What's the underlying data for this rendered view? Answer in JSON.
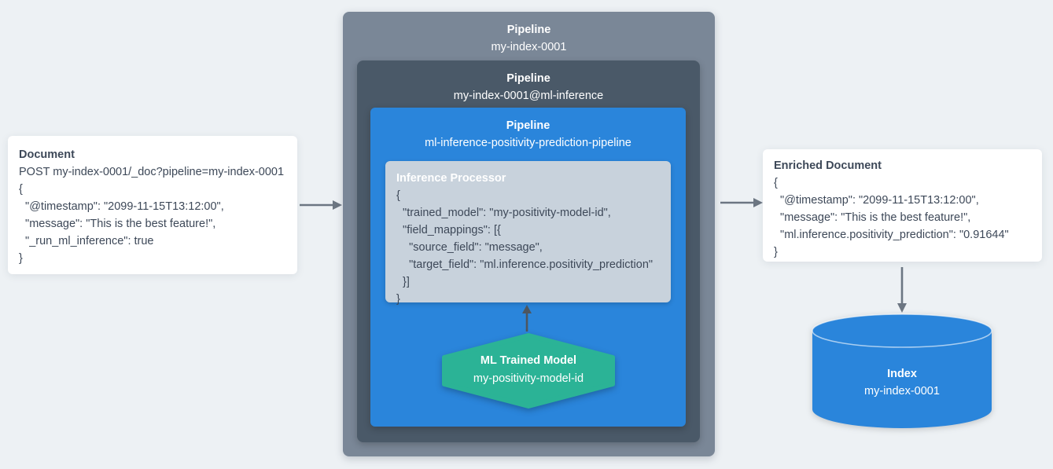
{
  "colors": {
    "background": "#EDF1F4",
    "outer_pipeline_gray": "#7A8797",
    "ml_pipeline_slate": "#4A5968",
    "pipeline_blue": "#2A85DB",
    "processor_panel": "#C8D2DC",
    "model_teal": "#2BB396",
    "index_blue": "#2A85DB",
    "arrow_gray": "#6C7682",
    "arrow_dark": "#4D565F",
    "text_dark": "#3D4858",
    "text_light": "#FFFFFF"
  },
  "document_box": {
    "title": "Document",
    "code": "POST my-index-0001/_doc?pipeline=my-index-0001\n{\n  \"@timestamp\": \"2099-11-15T13:12:00\",\n  \"message\": \"This is the best feature!\",\n  \"_run_ml_inference\": true\n}"
  },
  "outer_pipeline": {
    "title": "Pipeline",
    "name": "my-index-0001"
  },
  "ml_inference_pipeline": {
    "title": "Pipeline",
    "name": "my-index-0001@ml-inference"
  },
  "inference_pipeline": {
    "title": "Pipeline",
    "name": "ml-inference-positivity-prediction-pipeline"
  },
  "inference_processor": {
    "title": "Inference Processor",
    "code": "{\n  \"trained_model\": \"my-positivity-model-id\",\n  \"field_mappings\": [{\n    \"source_field\": \"message\",\n    \"target_field\": \"ml.inference.positivity_prediction\"\n  }]\n}"
  },
  "trained_model": {
    "title": "ML Trained Model",
    "name": "my-positivity-model-id"
  },
  "enriched_document": {
    "title": "Enriched Document",
    "code": "{\n  \"@timestamp\": \"2099-11-15T13:12:00\",\n  \"message\": \"This is the best feature!\",\n  \"ml.inference.positivity_prediction\": \"0.91644\"\n}"
  },
  "index": {
    "title": "Index",
    "name": "my-index-0001"
  }
}
